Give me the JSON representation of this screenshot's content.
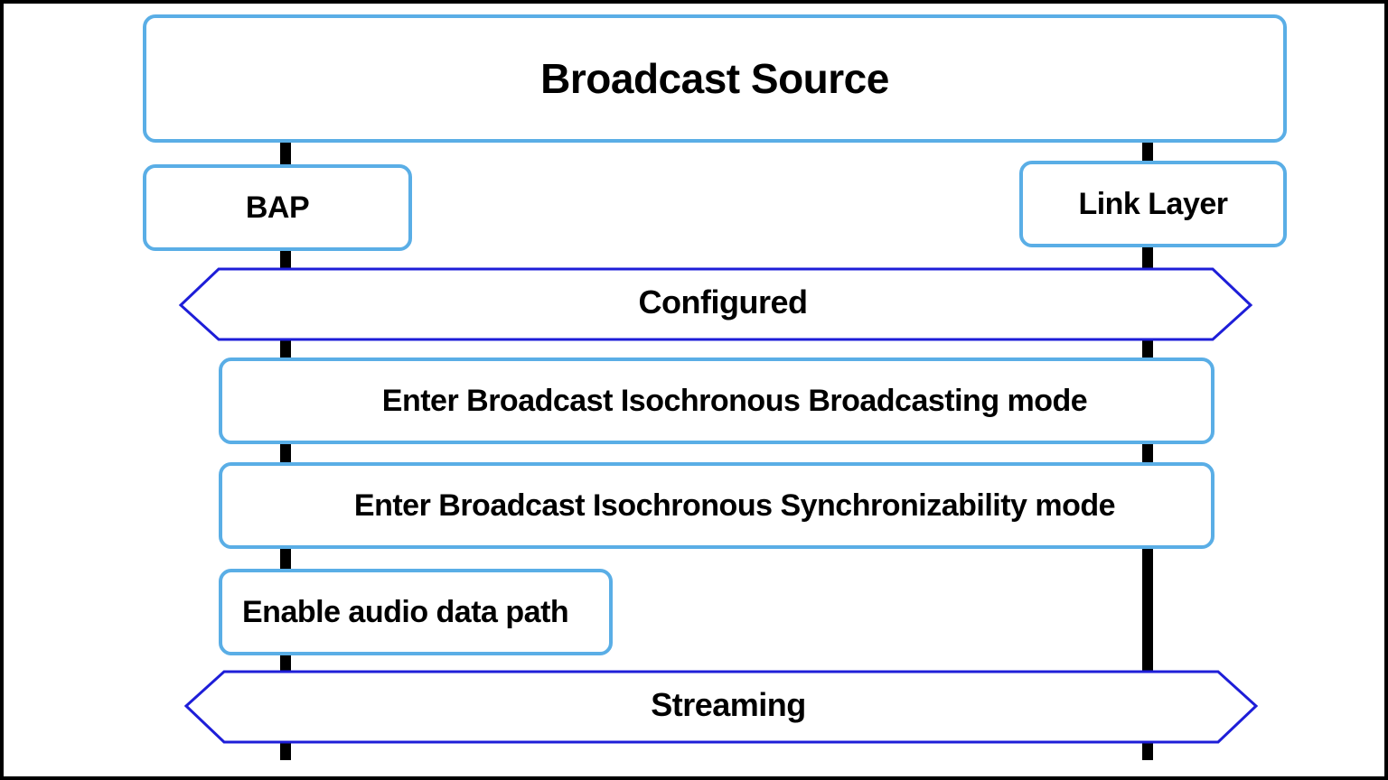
{
  "diagram": {
    "source": "Broadcast Source",
    "bap": "BAP",
    "link_layer": "Link Layer",
    "state_configured": "Configured",
    "step_broadcasting": "Enter Broadcast Isochronous Broadcasting mode",
    "step_synchronizability": "Enter Broadcast Isochronous Synchronizability mode",
    "step_audio_path": "Enable audio data path",
    "state_streaming": "Streaming"
  },
  "colors": {
    "box_border": "#5aaee6",
    "state_border": "#1e1ed8",
    "lifeline": "#000000",
    "background": "#ffffff",
    "frame": "#000000"
  }
}
